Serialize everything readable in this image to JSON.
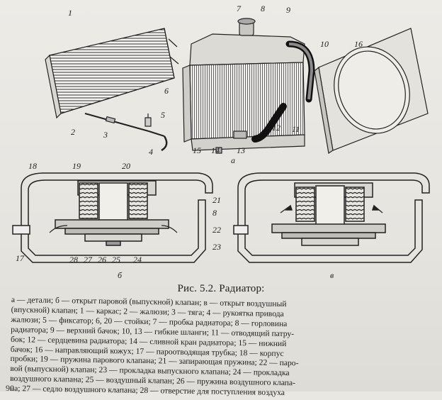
{
  "figure": {
    "title": "Рис. 5.2. Радиатор:",
    "legend_lines": [
      "а — детали; б — открыт паровой (выпускной) клапан; в — открыт воздушный",
      "(впускной) клапан; 1 — каркас; 2 — жалюзи; 3 — тяга; 4 — рукоятка привода",
      "жалюзи; 5 — фиксатор; 6, 20 — стойки; 7 — пробка радиатора; 8 — горловина",
      "радиатора; 9 — верхний бачок; 10, 13 — гибкие шланги; 11 — отводящий патру-",
      "бок; 12 — сердцевина радиатора; 14 — сливной кран радиатора; 15 — нижний",
      "бачок; 16 — направляющий кожух; 17 — пароотводящая трубка; 18 — корпус",
      "пробки; 19 — пружина парового клапана; 21 — запирающая пружина; 22 — паро-",
      "вой (выпускной) клапан; 23 — прокладка выпускного клапана; 24 — прокладка",
      "воздушного клапана; 25 — воздушный клапан; 26 — пружина воздушного клапа-",
      "на; 27 — седло воздушного клапана; 28 — отверстие для поступления воздуха"
    ],
    "page_number": "90"
  },
  "labels": {
    "top": [
      "1",
      "2",
      "3",
      "4",
      "5",
      "6",
      "7",
      "8",
      "9",
      "10",
      "11",
      "12",
      "13",
      "14",
      "15",
      "16",
      "а"
    ],
    "left_cap": [
      "18",
      "19",
      "20",
      "21",
      "8",
      "22",
      "23",
      "17",
      "28",
      "27",
      "26",
      "25",
      "24",
      "б"
    ],
    "right_cap": [
      "в"
    ]
  }
}
